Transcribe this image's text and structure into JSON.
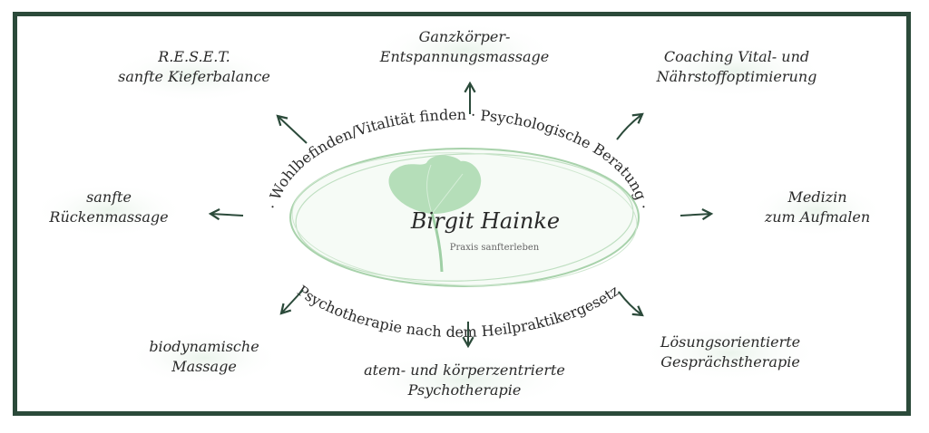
{
  "center": {
    "name": "Birgit Hainke",
    "subtitle": "Praxis sanfterleben",
    "arc_top": "· Wohlbefinden/Vitalität finden · Psychologische Beratung ·",
    "arc_bottom": "Psychotherapie nach dem Heilpraktikergesetz"
  },
  "nodes": {
    "reset": [
      "R.E.S.E.T.",
      "sanfte Kieferbalance"
    ],
    "ganzkoerper": [
      "Ganzkörper-",
      "Entspannungsmassage"
    ],
    "coaching": [
      "Coaching Vital- und",
      "Nährstoffoptimierung"
    ],
    "ruecken": [
      "sanfte",
      "Rückenmassage"
    ],
    "medizin": [
      "Medizin",
      "zum Aufmalen"
    ],
    "biodynamisch": [
      "biodynamische",
      "Massage"
    ],
    "atem": [
      "atem- und körperzentrierte",
      "Psychotherapie"
    ],
    "loesung": [
      "Lösungsorientierte",
      "Gesprächstherapie"
    ]
  },
  "colors": {
    "frame": "#2b4a3a",
    "arrow": "#2b4a3a",
    "leaf": "#8fc79a",
    "ring": "#a8d2ab"
  }
}
